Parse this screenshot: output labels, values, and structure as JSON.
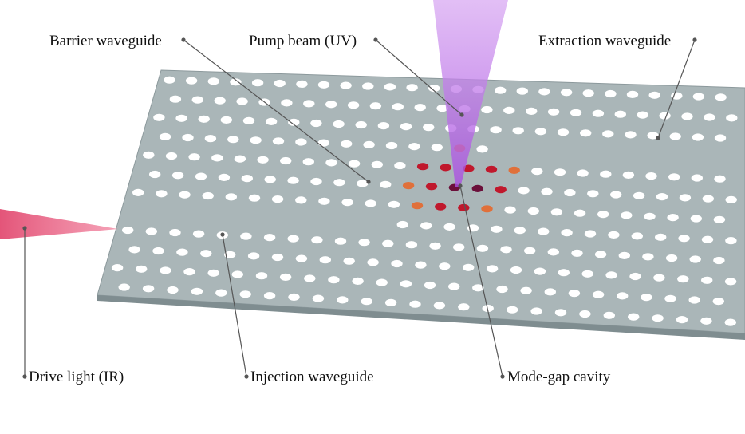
{
  "labels": {
    "barrier_waveguide": "Barrier waveguide",
    "pump_beam": "Pump beam (UV)",
    "extraction_waveguide": "Extraction waveguide",
    "drive_light": "Drive light (IR)",
    "injection_waveguide": "Injection waveguide",
    "mode_gap_cavity": "Mode-gap cavity"
  },
  "colors": {
    "slab": "#aab6b8",
    "slab_edge": "#7f8d90",
    "hole": "#ffffff",
    "cavity_hole_inner": "#6b0f3a",
    "cavity_hole_mid": "#c0182c",
    "cavity_hole_outer": "#e0703a",
    "pump_beam": "#c77dea",
    "drive_beam": "#e8406a",
    "leader_line": "#555555"
  }
}
